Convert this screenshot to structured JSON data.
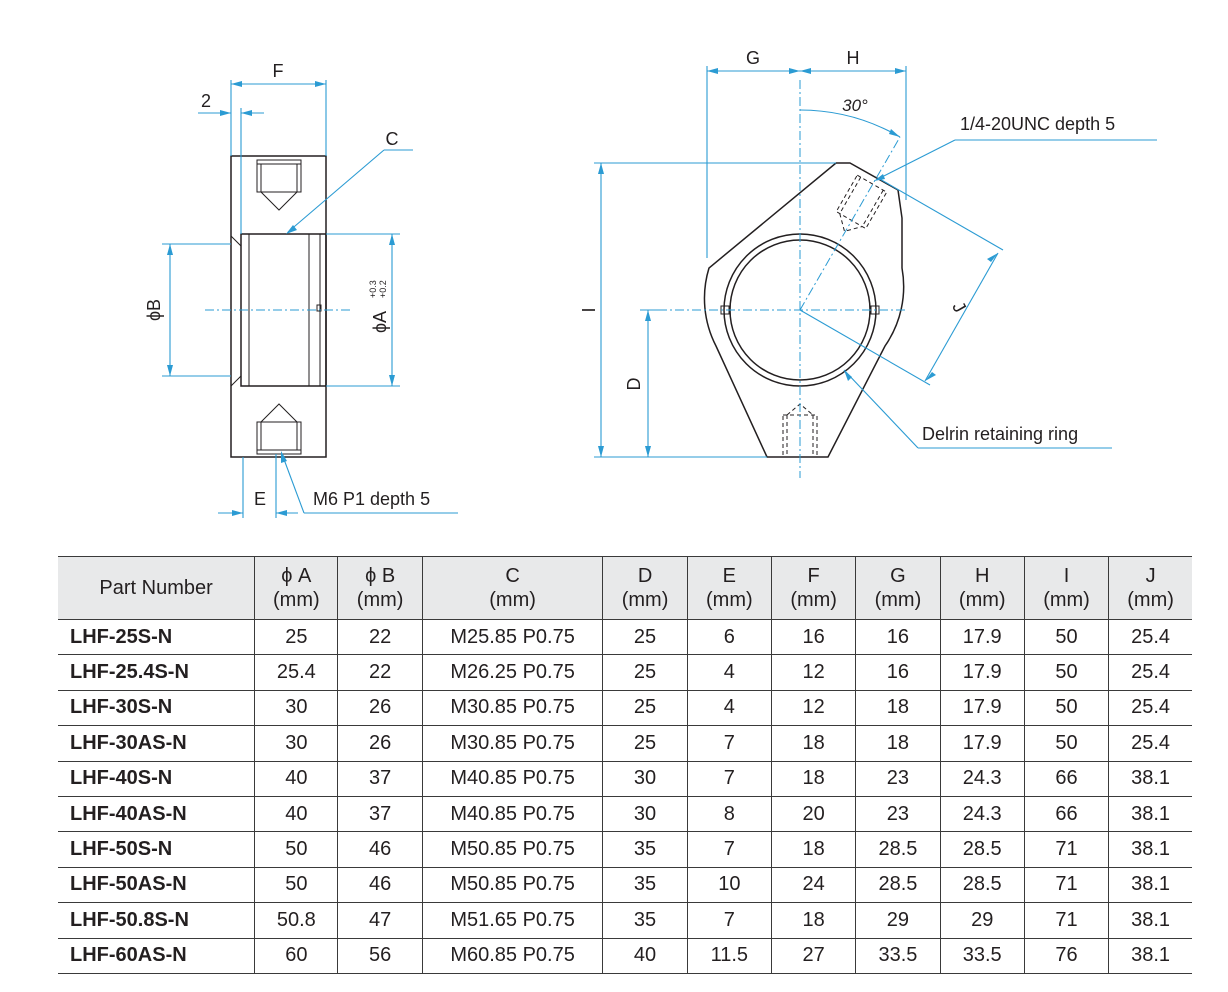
{
  "drawing": {
    "labels": {
      "F": "F",
      "two": "2",
      "C": "C",
      "phiB": "ϕB",
      "phiA": "ϕA",
      "tol_upper": "+0.3",
      "tol_lower": "+0.2",
      "E": "E",
      "M6": "M6 P1 depth 5",
      "G": "G",
      "H": "H",
      "angle": "30°",
      "unc": "1/4-20UNC depth 5",
      "I": "I",
      "D": "D",
      "J": "J",
      "delrin": "Delrin retaining ring"
    }
  },
  "table": {
    "headers": [
      {
        "l1": "Part Number",
        "l2": ""
      },
      {
        "l1": "ϕ A",
        "l2": "(mm)"
      },
      {
        "l1": "ϕ B",
        "l2": "(mm)"
      },
      {
        "l1": "C",
        "l2": "(mm)"
      },
      {
        "l1": "D",
        "l2": "(mm)"
      },
      {
        "l1": "E",
        "l2": "(mm)"
      },
      {
        "l1": "F",
        "l2": "(mm)"
      },
      {
        "l1": "G",
        "l2": "(mm)"
      },
      {
        "l1": "H",
        "l2": "(mm)"
      },
      {
        "l1": "I",
        "l2": "(mm)"
      },
      {
        "l1": "J",
        "l2": "(mm)"
      }
    ],
    "rows": [
      [
        "LHF-25S-N",
        "25",
        "22",
        "M25.85 P0.75",
        "25",
        "6",
        "16",
        "16",
        "17.9",
        "50",
        "25.4"
      ],
      [
        "LHF-25.4S-N",
        "25.4",
        "22",
        "M26.25 P0.75",
        "25",
        "4",
        "12",
        "16",
        "17.9",
        "50",
        "25.4"
      ],
      [
        "LHF-30S-N",
        "30",
        "26",
        "M30.85 P0.75",
        "25",
        "4",
        "12",
        "18",
        "17.9",
        "50",
        "25.4"
      ],
      [
        "LHF-30AS-N",
        "30",
        "26",
        "M30.85 P0.75",
        "25",
        "7",
        "18",
        "18",
        "17.9",
        "50",
        "25.4"
      ],
      [
        "LHF-40S-N",
        "40",
        "37",
        "M40.85 P0.75",
        "30",
        "7",
        "18",
        "23",
        "24.3",
        "66",
        "38.1"
      ],
      [
        "LHF-40AS-N",
        "40",
        "37",
        "M40.85 P0.75",
        "30",
        "8",
        "20",
        "23",
        "24.3",
        "66",
        "38.1"
      ],
      [
        "LHF-50S-N",
        "50",
        "46",
        "M50.85 P0.75",
        "35",
        "7",
        "18",
        "28.5",
        "28.5",
        "71",
        "38.1"
      ],
      [
        "LHF-50AS-N",
        "50",
        "46",
        "M50.85 P0.75",
        "35",
        "10",
        "24",
        "28.5",
        "28.5",
        "71",
        "38.1"
      ],
      [
        "LHF-50.8S-N",
        "50.8",
        "47",
        "M51.65 P0.75",
        "35",
        "7",
        "18",
        "29",
        "29",
        "71",
        "38.1"
      ],
      [
        "LHF-60AS-N",
        "60",
        "56",
        "M60.85 P0.75",
        "40",
        "11.5",
        "27",
        "33.5",
        "33.5",
        "76",
        "38.1"
      ]
    ]
  }
}
